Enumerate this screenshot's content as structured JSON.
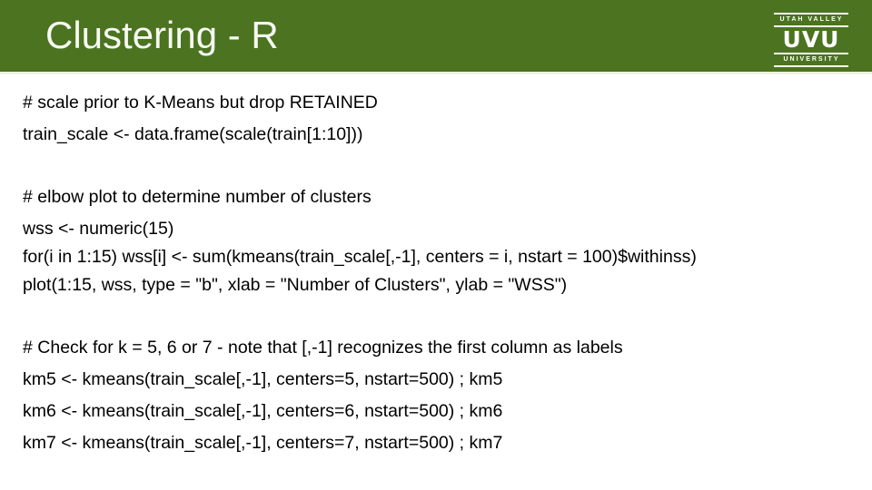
{
  "slide": {
    "title": "Clustering - R",
    "header_color": "#4B7320",
    "title_color": "#F7F9F2",
    "body_background": "#FFFFFF",
    "body_text_color": "#000000"
  },
  "logo": {
    "name": "uvu-university-logo",
    "top_text": "UTAH VALLEY",
    "mark": "UVU",
    "bottom_text": "UNIVERSITY"
  },
  "body": {
    "blocks": [
      {
        "id": "block-scale",
        "lines": [
          "#  scale prior to K-Means but drop RETAINED",
          "train_scale <- data.frame(scale(train[1:10]))"
        ]
      },
      {
        "id": "block-elbow",
        "lines": [
          "#  elbow plot to determine number of clusters",
          "wss <- numeric(15)",
          "for(i in 1:15) wss[i] <- sum(kmeans(train_scale[,-1], centers = i, nstart = 100)$withinss)",
          "plot(1:15, wss, type = \"b\", xlab = \"Number of Clusters\", ylab = \"WSS\")"
        ]
      },
      {
        "id": "block-check-k",
        "lines": [
          "# Check for k = 5, 6 or 7 - note that [,-1] recognizes the first column as labels",
          "km5 <- kmeans(train_scale[,-1], centers=5, nstart=500)  ;  km5",
          "km6 <- kmeans(train_scale[,-1], centers=6, nstart=500)  ;  km6",
          "km7 <- kmeans(train_scale[,-1], centers=7, nstart=500)  ;  km7"
        ]
      }
    ]
  }
}
